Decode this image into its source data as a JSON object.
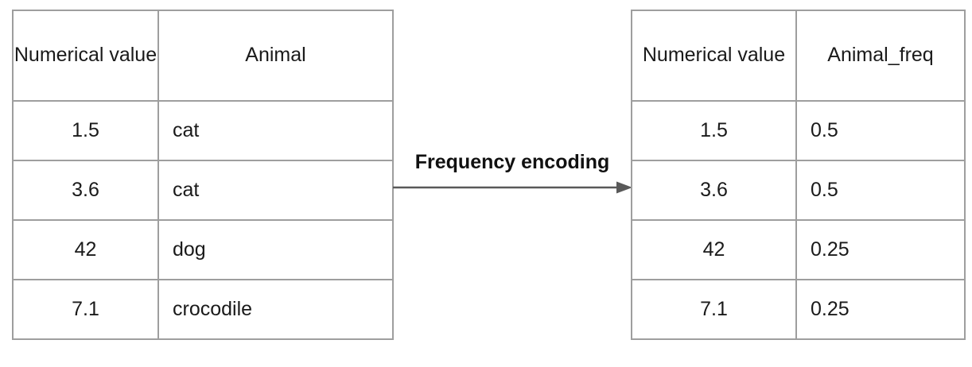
{
  "diagram_title": "Frequency encoding",
  "arrow": {
    "label": "Frequency encoding",
    "direction": "right"
  },
  "left_table": {
    "headers": [
      "Numerical value",
      "Animal"
    ],
    "rows": [
      [
        "1.5",
        "cat"
      ],
      [
        "3.6",
        "cat"
      ],
      [
        "42",
        "dog"
      ],
      [
        "7.1",
        "crocodile"
      ]
    ]
  },
  "right_table": {
    "headers": [
      "Numerical value",
      "Animal_freq"
    ],
    "rows": [
      [
        "1.5",
        "0.5"
      ],
      [
        "3.6",
        "0.5"
      ],
      [
        "42",
        "0.25"
      ],
      [
        "7.1",
        "0.25"
      ]
    ]
  },
  "colors": {
    "border": "#9e9e9e",
    "arrow": "#595959",
    "text": "#1a1a1a"
  }
}
